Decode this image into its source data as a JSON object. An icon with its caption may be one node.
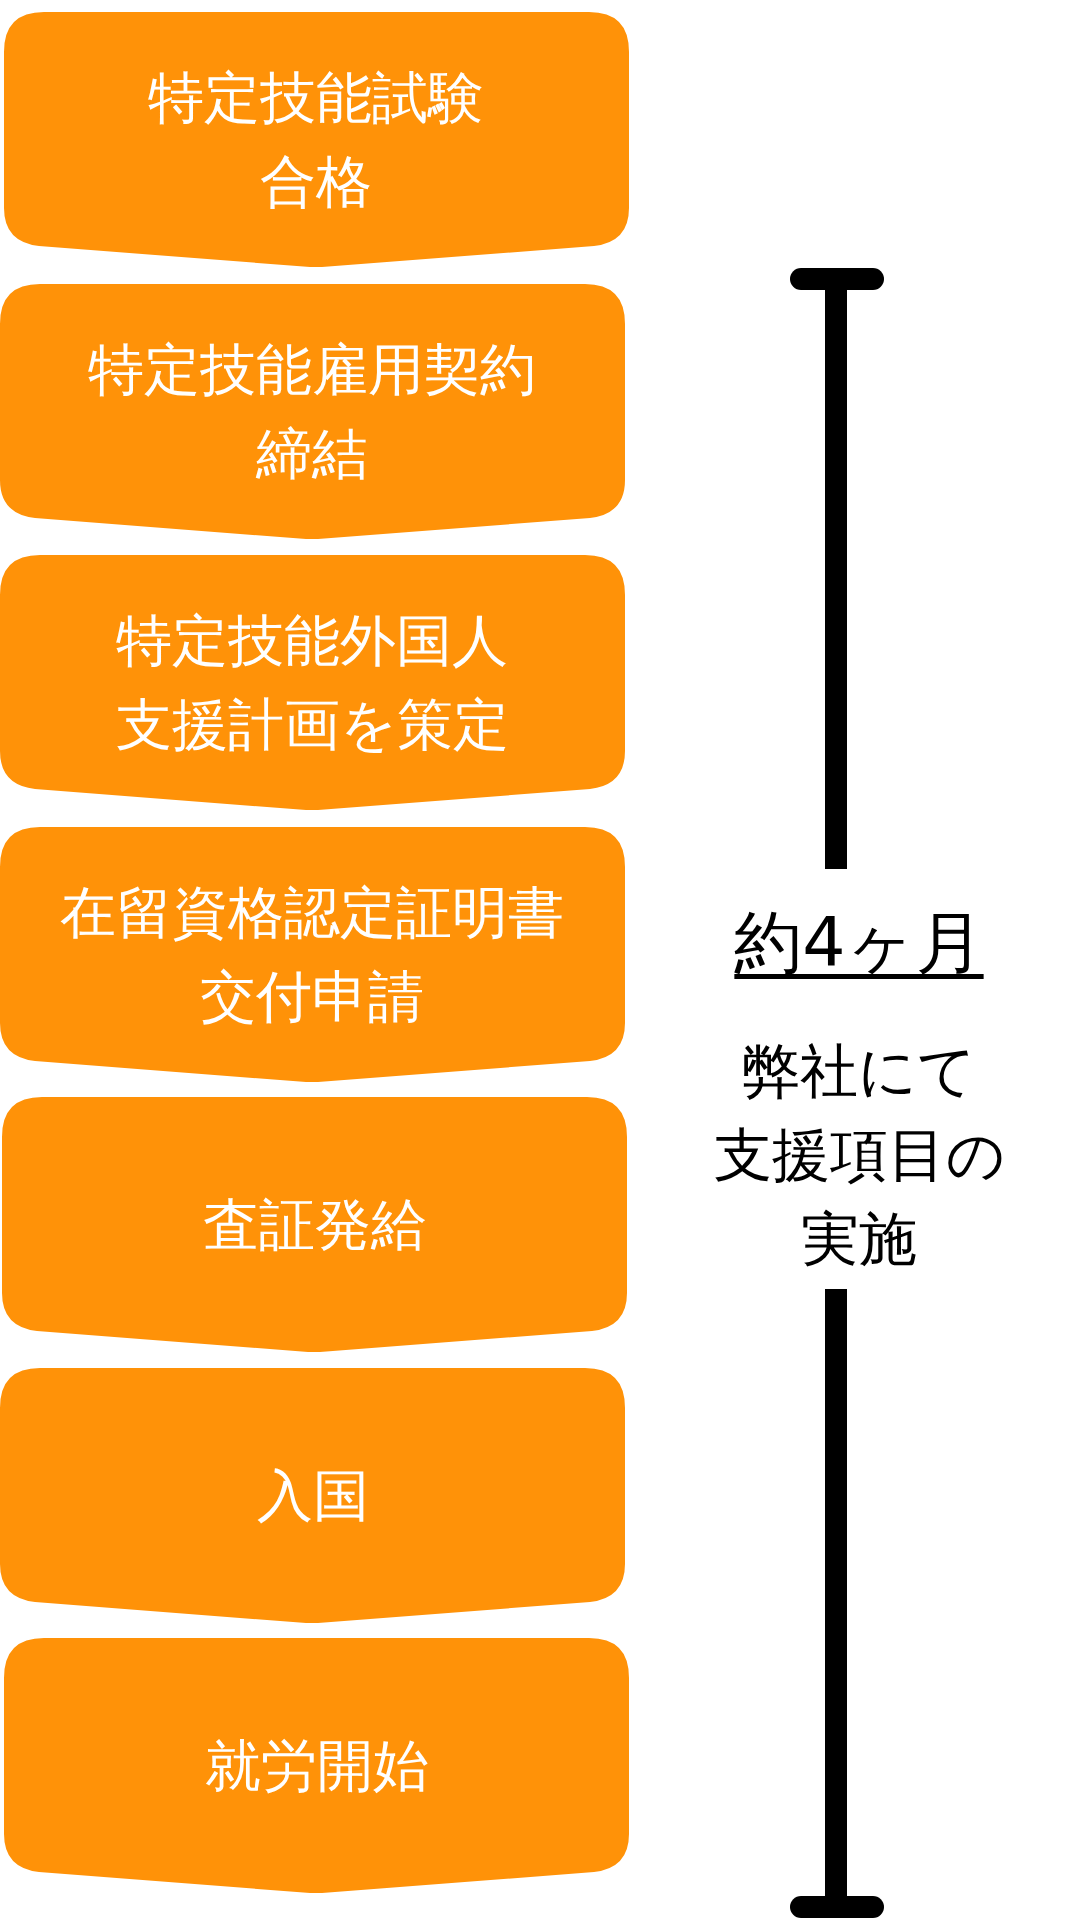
{
  "diagram": {
    "nodes": [
      {
        "text": [
          "特定技能試験合格"
        ]
      },
      {
        "text": [
          "特定技能雇用契約締結"
        ]
      },
      {
        "text": [
          "特定技能外国人支援計画を策定"
        ]
      },
      {
        "text": [
          "在留資格認定証明書交付申請"
        ]
      },
      {
        "text": [
          "査証発給"
        ]
      },
      {
        "text": [
          "入国"
        ]
      },
      {
        "text": [
          "就労開始"
        ]
      }
    ],
    "labels": [
      "約4ヶ月",
      "弊社にて支援項目の実施"
    ]
  }
}
